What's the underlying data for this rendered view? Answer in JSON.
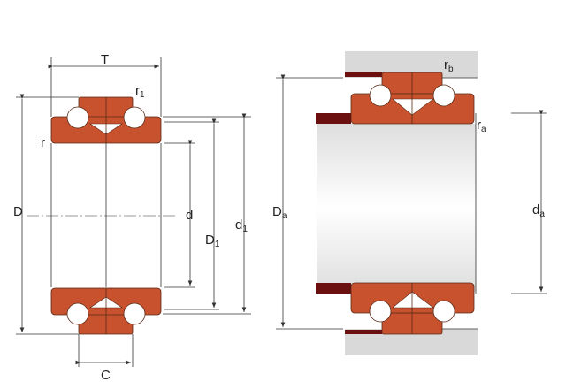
{
  "title": "Double direction angular contact thrust ball bearing dimensions",
  "labels": {
    "T": "T",
    "C": "C",
    "D": "D",
    "d": "d",
    "D1": "D",
    "D1_sub": "1",
    "d1": "d",
    "d1_sub": "1",
    "r": "r",
    "r1": "r",
    "r1_sub": "1",
    "Da": "D",
    "Da_sub": "a",
    "da": "d",
    "da_sub": "a",
    "ra": "r",
    "ra_sub": "a",
    "rb": "r",
    "rb_sub": "b"
  },
  "colors": {
    "ring": "#c8522d",
    "shim": "#6b0f0f",
    "housing": "#d9d9d9"
  }
}
